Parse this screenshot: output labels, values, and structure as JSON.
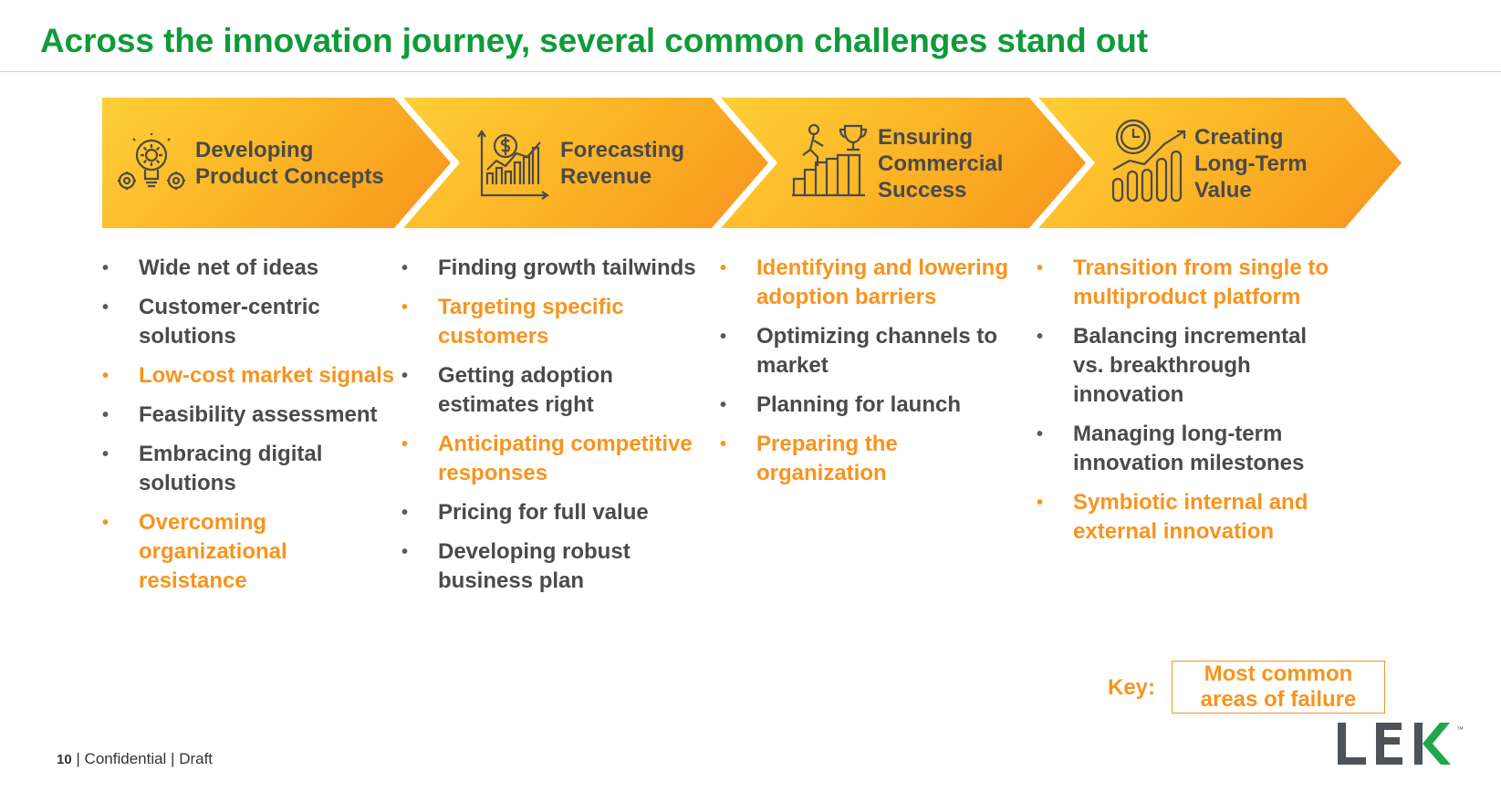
{
  "title": "Across the innovation journey, several common challenges stand out",
  "colors": {
    "title_green": "#0f9b3a",
    "accent_orange": "#f7941d",
    "text_gray": "#4a4a4a"
  },
  "stages": [
    {
      "label": "Developing\nProduct Concepts",
      "icon": "lightbulb-gears-icon",
      "bullets": [
        {
          "text": "Wide net of ideas",
          "highlight": false
        },
        {
          "text": "Customer-centric solutions",
          "highlight": false
        },
        {
          "text": "Low-cost market signals",
          "highlight": true
        },
        {
          "text": "Feasibility assessment",
          "highlight": false
        },
        {
          "text": "Embracing digital solutions",
          "highlight": false
        },
        {
          "text": "Overcoming organizational resistance",
          "highlight": true
        }
      ]
    },
    {
      "label": "Forecasting\nRevenue",
      "icon": "dollar-chart-icon",
      "bullets": [
        {
          "text": "Finding growth tailwinds",
          "highlight": false
        },
        {
          "text": "Targeting specific customers",
          "highlight": true
        },
        {
          "text": "Getting adoption estimates right",
          "highlight": false
        },
        {
          "text": "Anticipating competitive responses",
          "highlight": true
        },
        {
          "text": "Pricing for full value",
          "highlight": false
        },
        {
          "text": "Developing robust business plan",
          "highlight": false
        }
      ]
    },
    {
      "label": "Ensuring\nCommercial\nSuccess",
      "icon": "climber-trophy-icon",
      "bullets": [
        {
          "text": "Identifying and lowering adoption barriers",
          "highlight": true
        },
        {
          "text": "Optimizing channels to market",
          "highlight": false
        },
        {
          "text": "Planning for launch",
          "highlight": false
        },
        {
          "text": "Preparing the organization",
          "highlight": true
        }
      ]
    },
    {
      "label": "Creating\nLong-Term\nValue",
      "icon": "clock-growth-icon",
      "bullets": [
        {
          "text": "Transition from single to multiproduct platform",
          "highlight": true
        },
        {
          "text": "Balancing incremental vs. breakthrough innovation",
          "highlight": false
        },
        {
          "text": "Managing long-term innovation milestones",
          "highlight": false
        },
        {
          "text": "Symbiotic internal and external innovation",
          "highlight": true
        }
      ]
    }
  ],
  "key": {
    "label": "Key:",
    "box_text": "Most common areas of failure"
  },
  "footer": {
    "page": "10",
    "text": " | Confidential | Draft"
  },
  "logo": {
    "text": "LEK",
    "tm": "™"
  }
}
